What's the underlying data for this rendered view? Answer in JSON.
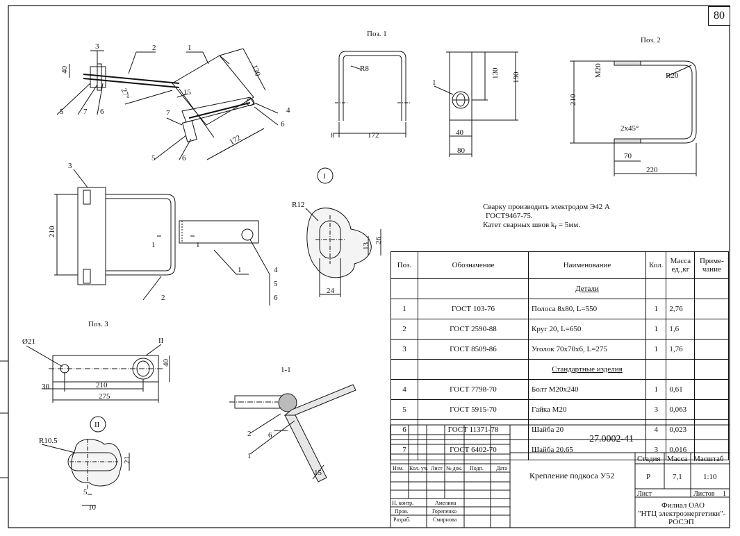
{
  "page_number": "80",
  "pos_labels": {
    "pos1": "Поз. 1",
    "pos2": "Поз. 2",
    "pos3": "Поз. 3"
  },
  "section_label": "1-1",
  "view_marks": {
    "one": "I",
    "two": "II"
  },
  "welding_note": [
    "Сварку производить электродом Э42 А",
    "ГОСТ9467-75.",
    "Катет сварных швов k",
    "f",
    " = 5мм."
  ],
  "spec_table": {
    "headers": [
      "Поз.",
      "Обозначение",
      "Наименование",
      "Кол.",
      "Масса ед.,кг",
      "Приме-чание"
    ],
    "section_details": "Детали",
    "section_standard": "Стандартные изделия",
    "rows": [
      {
        "pos": "1",
        "doc": "ГОСТ 103-76",
        "name": "Полоса 8x80, L=550",
        "qty": "1",
        "mass": "2,76"
      },
      {
        "pos": "2",
        "doc": "ГОСТ 2590-88",
        "name": "Круг 20, L=650",
        "qty": "1",
        "mass": "1,6"
      },
      {
        "pos": "3",
        "doc": "ГОСТ 8509-86",
        "name": "Уголок 70x70x6, L=275",
        "qty": "1",
        "mass": "1,76"
      },
      {
        "pos": "4",
        "doc": "ГОСТ 7798-70",
        "name": "Болт М20x240",
        "qty": "1",
        "mass": "0,61"
      },
      {
        "pos": "5",
        "doc": "ГОСТ 5915-70",
        "name": "Гайка М20",
        "qty": "3",
        "mass": "0,063"
      },
      {
        "pos": "6",
        "doc": "ГОСТ 11371-78",
        "name": "Шайба 20",
        "qty": "4",
        "mass": "0,023"
      },
      {
        "pos": "7",
        "doc": "ГОСТ 6402-70",
        "name": "Шайба 20.65",
        "qty": "3",
        "mass": "0,016"
      }
    ]
  },
  "title_block": {
    "doc_code": "27.0002-41",
    "title": "Крепление подкоса У52",
    "stage_label": "Стадия",
    "mass_label": "Масса",
    "scale_label": "Масштаб",
    "stage": "Р",
    "mass": "7,1",
    "scale": "1:10",
    "sheet_label": "Лист",
    "sheets_label": "Листов",
    "sheets": "1",
    "org": [
      "Филиал ОАО",
      "\"НТЦ электроэнергетики\"-",
      "РОСЭП"
    ],
    "col_headers": [
      "Изм.",
      "Кол. уч.",
      "Лист",
      "№ док.",
      "Подп.",
      "Дата"
    ],
    "signers": [
      {
        "role": "Н. контр.",
        "name": "Амелина"
      },
      {
        "role": "Пров.",
        "name": "Горепенко"
      },
      {
        "role": "Разраб.",
        "name": "Смирнова"
      }
    ]
  },
  "dimensions": {
    "iso": [
      "40",
      "27°",
      "130",
      "15",
      "172"
    ],
    "pos1": [
      "R8",
      "8",
      "172",
      "130",
      "190",
      "40",
      "80"
    ],
    "pos2": [
      "M20",
      "R20",
      "210",
      "2x45°",
      "70",
      "220"
    ],
    "assy": [
      "210"
    ],
    "detail1": [
      "R12",
      "13",
      "26",
      "24"
    ],
    "pos3": [
      "Ø21",
      "30",
      "210",
      "275",
      "40"
    ],
    "detail2": [
      "R10.5",
      "21",
      "5",
      "10"
    ],
    "section": [
      "6",
      "15"
    ]
  },
  "leaders": [
    "1",
    "2",
    "3",
    "4",
    "5",
    "6",
    "7"
  ]
}
